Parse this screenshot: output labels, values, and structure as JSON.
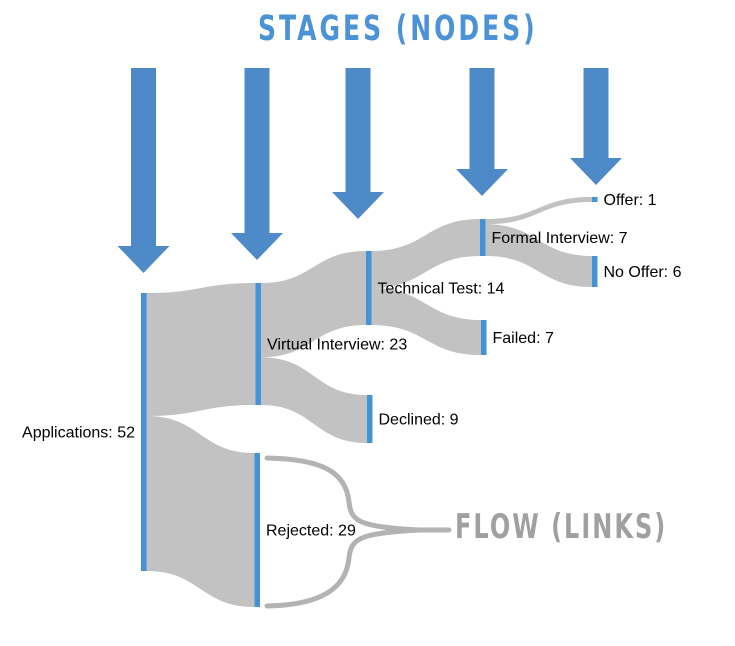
{
  "chart_data": {
    "type": "sankey",
    "title": "STAGES (NODES)",
    "annotation": "FLOW (LINKS)",
    "nodes": [
      {
        "name": "Applications",
        "value": 52,
        "label": "Applications: 52",
        "column": 0
      },
      {
        "name": "Virtual Interview",
        "value": 23,
        "label": "Virtual Interview: 23",
        "column": 1
      },
      {
        "name": "Rejected",
        "value": 29,
        "label": "Rejected: 29",
        "column": 1
      },
      {
        "name": "Technical Test",
        "value": 14,
        "label": "Technical Test: 14",
        "column": 2
      },
      {
        "name": "Declined",
        "value": 9,
        "label": "Declined: 9",
        "column": 2
      },
      {
        "name": "Formal Interview",
        "value": 7,
        "label": "Formal Interview: 7",
        "column": 3
      },
      {
        "name": "Failed",
        "value": 7,
        "label": "Failed: 7",
        "column": 3
      },
      {
        "name": "Offer",
        "value": 1,
        "label": "Offer: 1",
        "column": 4
      },
      {
        "name": "No Offer",
        "value": 6,
        "label": "No Offer: 6",
        "column": 4
      }
    ],
    "links": [
      {
        "source": "Applications",
        "target": "Virtual Interview",
        "value": 23
      },
      {
        "source": "Applications",
        "target": "Rejected",
        "value": 29
      },
      {
        "source": "Virtual Interview",
        "target": "Technical Test",
        "value": 14
      },
      {
        "source": "Virtual Interview",
        "target": "Declined",
        "value": 9
      },
      {
        "source": "Technical Test",
        "target": "Formal Interview",
        "value": 7
      },
      {
        "source": "Technical Test",
        "target": "Failed",
        "value": 7
      },
      {
        "source": "Formal Interview",
        "target": "Offer",
        "value": 1
      },
      {
        "source": "Formal Interview",
        "target": "No Offer",
        "value": 6
      }
    ],
    "colors": {
      "node": "#4593d7",
      "link": "#c2c2c2",
      "arrow": "#4e8ac8",
      "title": "#4c92d6",
      "annotation": "#a0a0a0",
      "brace": "#b3b3b3",
      "label": "#000000"
    }
  }
}
